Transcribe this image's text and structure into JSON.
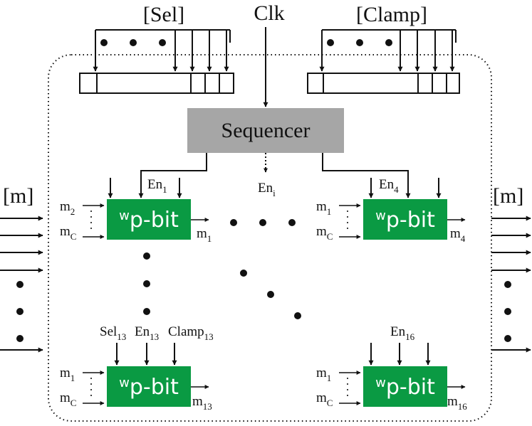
{
  "labels": {
    "sel": "[Sel]",
    "clk": "Clk",
    "clamp": "[Clamp]",
    "m_left": "[m]",
    "m_right": "[m]",
    "sequencer": "Sequencer",
    "en_i_base": "En",
    "en_i_sub": "i"
  },
  "pbit": {
    "sup": "w",
    "name": "p-bit"
  },
  "blocks": [
    {
      "id": "1",
      "in_top": "m",
      "in_top_sub": "2",
      "in_bot": "m",
      "in_bot_sub": "C",
      "out": "m",
      "out_sub": "1",
      "en": "En",
      "en_sub": "1"
    },
    {
      "id": "4",
      "in_top": "m",
      "in_top_sub": "1",
      "in_bot": "m",
      "in_bot_sub": "C",
      "out": "m",
      "out_sub": "4",
      "en": "En",
      "en_sub": "4"
    },
    {
      "id": "13",
      "in_top": "m",
      "in_top_sub": "1",
      "in_bot": "m",
      "in_bot_sub": "C",
      "out": "m",
      "out_sub": "13",
      "sel": "Sel",
      "sel_sub": "13",
      "en": "En",
      "en_sub": "13",
      "clamp": "Clamp",
      "clamp_sub": "13"
    },
    {
      "id": "16",
      "in_top": "m",
      "in_top_sub": "1",
      "in_bot": "m",
      "in_bot_sub": "C",
      "out": "m",
      "out_sub": "16",
      "en": "En",
      "en_sub": "16"
    }
  ],
  "colors": {
    "pbit_fill": "#0a9a43",
    "sequencer_fill": "#a6a6a6",
    "stroke": "#111111"
  }
}
